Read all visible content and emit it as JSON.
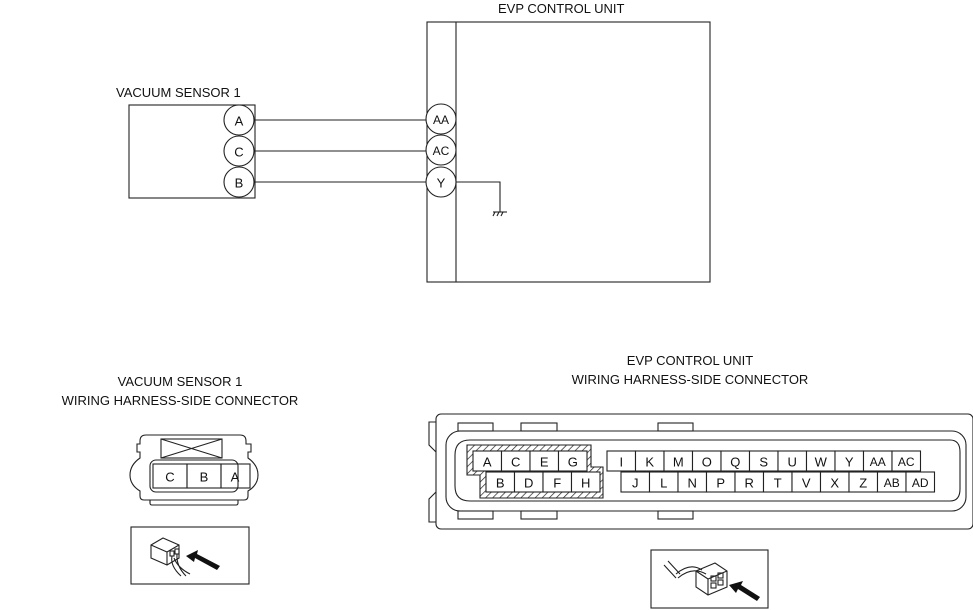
{
  "schematic": {
    "evp_unit": {
      "title": "EVP CONTROL UNIT",
      "terminals": [
        "AA",
        "AC",
        "Y"
      ]
    },
    "vacuum_sensor": {
      "title": "VACUUM SENSOR 1",
      "terminals": [
        "A",
        "C",
        "B"
      ]
    },
    "wires": [
      {
        "from": "A",
        "to": "AA"
      },
      {
        "from": "C",
        "to": "AC"
      },
      {
        "from": "B",
        "to": "Y"
      }
    ],
    "ground": {
      "terminal": "Y",
      "icon": "ground-icon"
    }
  },
  "sensor_connector": {
    "title_line1": "VACUUM SENSOR 1",
    "title_line2": "WIRING HARNESS-SIDE CONNECTOR",
    "pins": [
      "C",
      "B",
      "A"
    ],
    "view_icon": "connector-view-arrow-icon"
  },
  "evp_connector": {
    "title_line1": "EVP CONTROL UNIT",
    "title_line2": "WIRING HARNESS-SIDE CONNECTOR",
    "hatched_top": [
      "A",
      "C",
      "E",
      "G"
    ],
    "hatched_bottom": [
      "B",
      "D",
      "F",
      "H"
    ],
    "top_row": [
      "I",
      "K",
      "M",
      "O",
      "Q",
      "S",
      "U",
      "W",
      "Y",
      "AA",
      "AC"
    ],
    "bottom_row": [
      "J",
      "L",
      "N",
      "P",
      "R",
      "T",
      "V",
      "X",
      "Z",
      "AB",
      "AD"
    ],
    "view_icon": "connector-view-arrow-icon"
  }
}
